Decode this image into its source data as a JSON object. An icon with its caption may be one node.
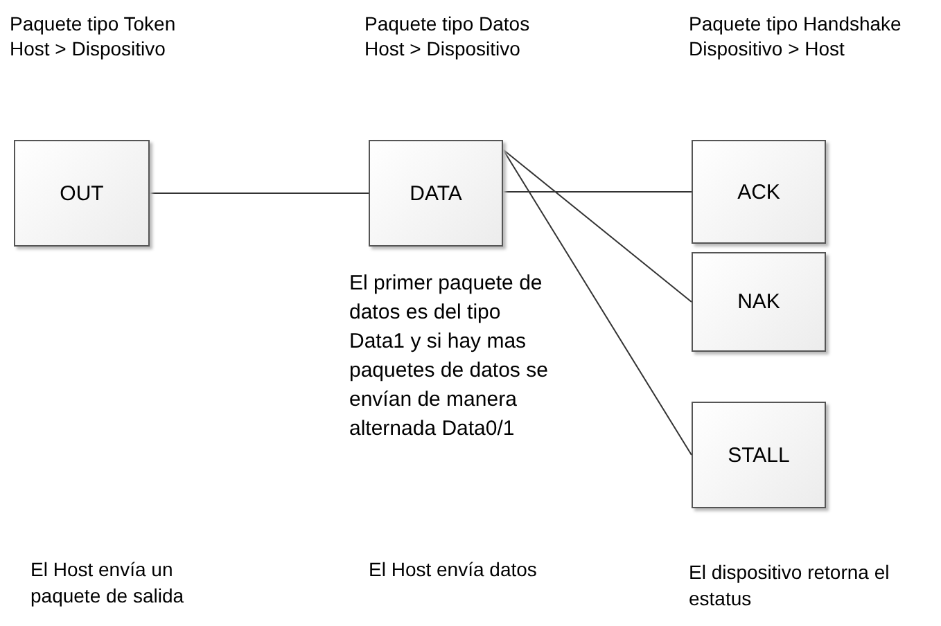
{
  "diagram": {
    "nodes": [
      {
        "text": [
          "OUT"
        ]
      },
      {
        "text": [
          "DATA"
        ]
      },
      {
        "text": [
          "ACK"
        ]
      },
      {
        "text": [
          "NAK"
        ]
      },
      {
        "text": [
          "STALL"
        ]
      }
    ],
    "edges": [
      {
        "from": 0,
        "to": 1,
        "arrow": "none"
      },
      {
        "from": 1,
        "to": 2,
        "arrow": "none"
      },
      {
        "from": 1,
        "to": 3,
        "arrow": "none"
      },
      {
        "from": 1,
        "to": 4,
        "arrow": "none"
      }
    ],
    "labels": [
      "Paquete tipo Token Host > Dispositivo",
      "Paquete tipo Datos Host > Dispositivo",
      "Paquete tipo Handshake Dispositivo > Host",
      "El primer paquete de datos es del tipo Data1 y si hay mas paquetes de datos se envían de manera alternada Data0/1",
      "El Host envía un paquete de salida",
      "El Host envía datos",
      "El dispositivo retorna el estatus"
    ]
  }
}
